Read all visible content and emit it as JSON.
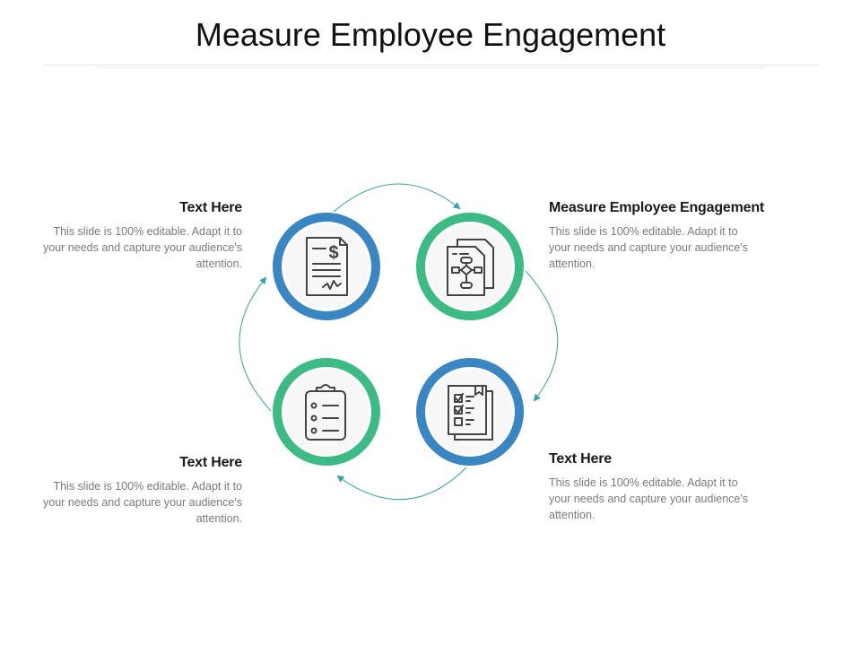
{
  "title": "Measure Employee Engagement",
  "colors": {
    "blue": "#3a86c2",
    "green": "#3dbb85",
    "icon_stroke": "#444444",
    "arrow": "#3aa3a8"
  },
  "nodes": [
    {
      "id": "top-left",
      "ring": "blue",
      "icon": "invoice-dollar-icon"
    },
    {
      "id": "top-right",
      "ring": "green",
      "icon": "flowchart-document-icon"
    },
    {
      "id": "bottom-right",
      "ring": "blue",
      "icon": "checklist-document-icon"
    },
    {
      "id": "bottom-left",
      "ring": "green",
      "icon": "clipboard-list-icon"
    }
  ],
  "blocks": {
    "top_left": {
      "heading": "Text Here",
      "body": "This slide is 100% editable. Adapt it to your needs and capture your audience's attention."
    },
    "top_right": {
      "heading": "Measure Employee Engagement",
      "body": "This slide is 100% editable. Adapt it to your needs and capture your audience's attention."
    },
    "bottom_left": {
      "heading": "Text Here",
      "body": "This slide is 100% editable. Adapt it to your needs and capture your audience's attention."
    },
    "bottom_right": {
      "heading": "Text Here",
      "body": "This slide is 100% editable. Adapt it to your needs and capture your audience's attention."
    }
  }
}
